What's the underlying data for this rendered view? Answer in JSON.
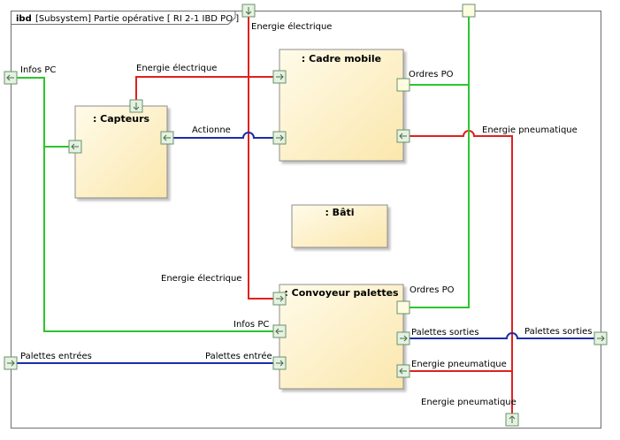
{
  "frame": {
    "keyword": "ibd",
    "title": "[Subsystem] Partie opérative [  RI 2-1 IBD PO  ]"
  },
  "blocks": {
    "cadre": ": Cadre mobile",
    "capteurs": ": Capteurs",
    "bati": ": Bâti",
    "convoyeur": ": Convoyeur palettes"
  },
  "labels": {
    "energie_electrique_top": "Energie électrique",
    "infos_pc_boundary": "Infos PC",
    "energie_electrique_capteurs": "Energie électrique",
    "ordres_po_cadre": "Ordres PO",
    "actionne": "Actionne",
    "energie_pneumatique_cadre": "Energie pneumatique",
    "energie_electrique_convoyeur": "Energie électrique",
    "ordres_po_convoyeur": "Ordres PO",
    "infos_pc_convoyeur": "Infos PC",
    "palettes_sorties_inner": "Palettes sorties",
    "palettes_sorties_boundary": "Palettes sorties",
    "palettes_entrees_boundary": "Palettes entrées",
    "palettes_entree_convoyeur": "Palettes entrée",
    "energie_pneumatique_convoyeur": "Energie pneumatique",
    "energie_pneumatique_bottom": "Energie pneumatique"
  },
  "colors": {
    "electric": "#e0201e",
    "info": "#2ec42e",
    "flow": "#1c2ea8",
    "block_fill": "#fdf0c4",
    "port_fill": "#e4f2e0"
  }
}
